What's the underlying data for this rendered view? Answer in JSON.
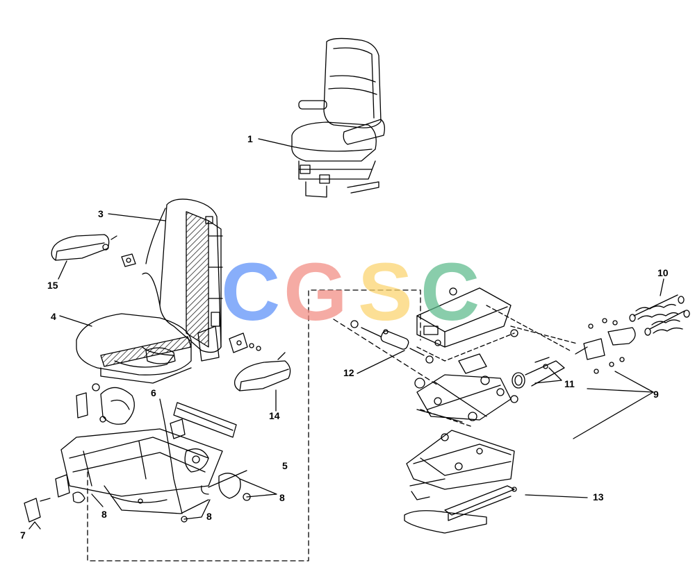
{
  "callouts": {
    "c1": "1",
    "c3": "3",
    "c4": "4",
    "c5": "5",
    "c6": "6",
    "c7": "7",
    "c8a": "8",
    "c8b": "8",
    "c8c": "8",
    "c9": "9",
    "c10": "10",
    "c11": "11",
    "c12": "12",
    "c13": "13",
    "c14": "14",
    "c15": "15"
  },
  "watermark": {
    "letters": [
      "C",
      "G",
      "S",
      "C"
    ],
    "colors": [
      "#5b8ff9",
      "#f28b82",
      "#fbd46d",
      "#5dba8c"
    ]
  },
  "colors": {
    "line": "#000000",
    "background": "#ffffff"
  }
}
